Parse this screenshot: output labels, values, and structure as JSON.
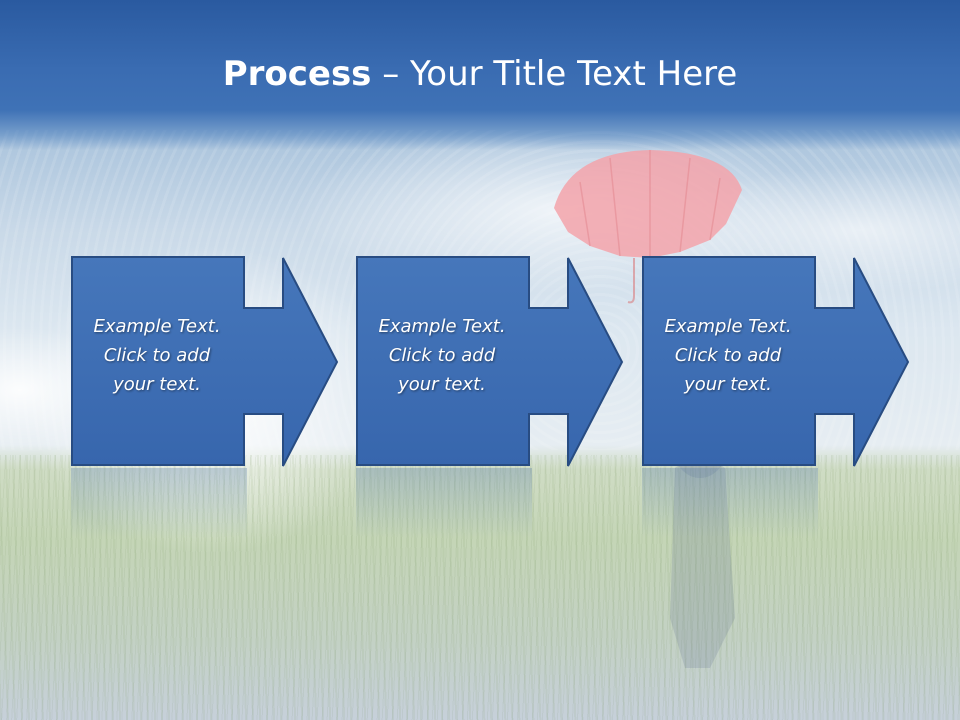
{
  "slide": {
    "title_bold": "Process",
    "title_rest": " – Your Title Text Here"
  },
  "steps": [
    {
      "line1": "Example Text.",
      "line2": "Click  to add",
      "line3": "your text."
    },
    {
      "line1": "Example Text.",
      "line2": "Click  to add",
      "line3": "your text."
    },
    {
      "line1": "Example Text.",
      "line2": "Click  to add",
      "line3": "your text."
    }
  ],
  "colors": {
    "title_band": "#3a6cb2",
    "shape_fill": "#3d6eb3",
    "shape_border": "#2a4f86",
    "title_text": "#ffffff"
  }
}
